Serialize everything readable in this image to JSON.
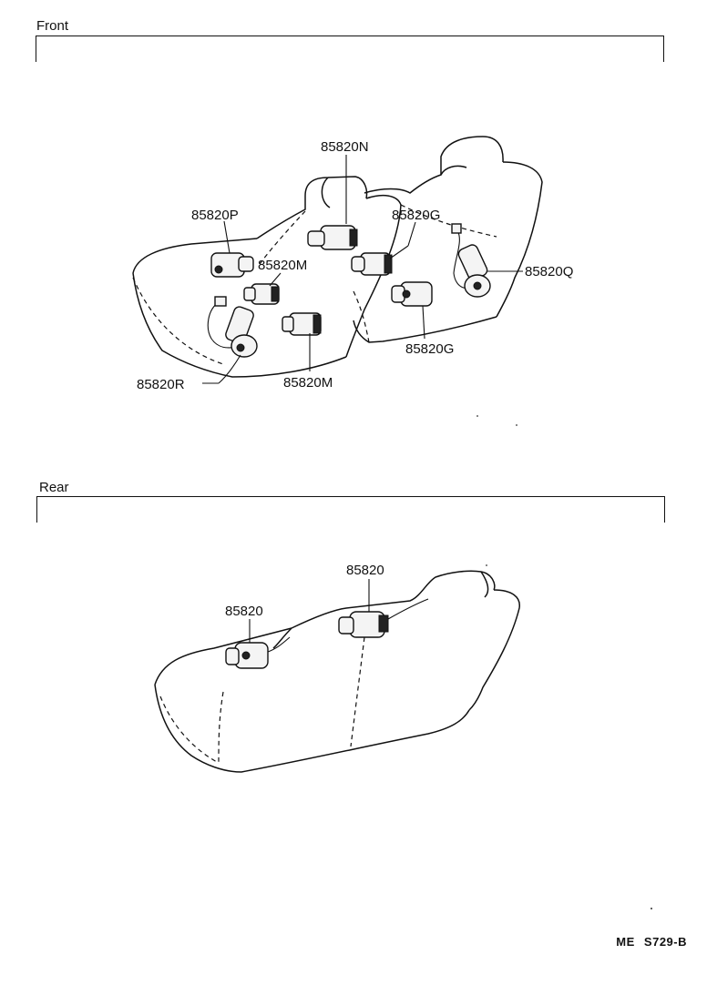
{
  "sections": {
    "front": {
      "label": "Front"
    },
    "rear": {
      "label": "Rear"
    }
  },
  "front_callouts": {
    "n": "85820N",
    "p": "85820P",
    "g_top": "85820G",
    "m_top": "85820M",
    "q": "85820Q",
    "r": "85820R",
    "m_bottom": "85820M",
    "g_bottom": "85820G"
  },
  "rear_callouts": {
    "left": "85820",
    "right": "85820"
  },
  "doc_code": {
    "prefix": "ME",
    "number": "S729-B"
  }
}
